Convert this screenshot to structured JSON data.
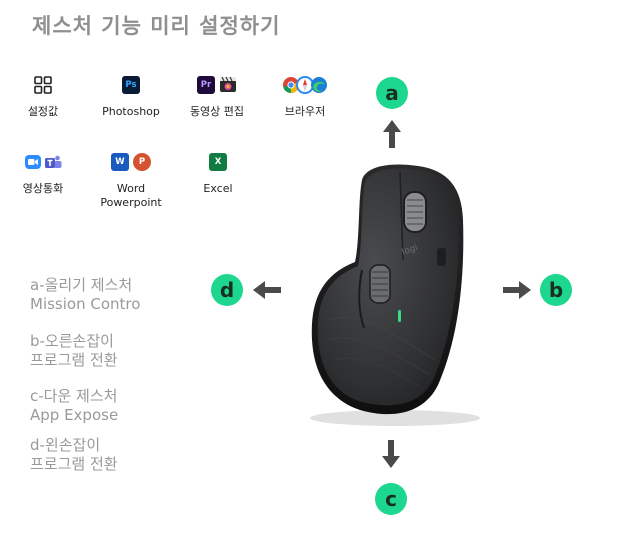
{
  "title": "제스처 기능 미리 설정하기",
  "apps": [
    {
      "label": "설정값",
      "icons": [
        "grid-icon"
      ]
    },
    {
      "label": "Photoshop",
      "icons": [
        "photoshop-icon"
      ]
    },
    {
      "label": "동영상 편집",
      "icons": [
        "premiere-pro-icon",
        "final-cut-icon"
      ]
    },
    {
      "label": "브라우저",
      "icons": [
        "chrome-icon",
        "safari-icon",
        "edge-icon"
      ]
    },
    {
      "label": "영상통화",
      "icons": [
        "zoom-icon",
        "teams-icon"
      ]
    },
    {
      "label_lines": [
        "Word",
        "Powerpoint"
      ],
      "icons": [
        "word-icon",
        "powerpoint-icon"
      ]
    },
    {
      "label": "Excel",
      "icons": [
        "excel-icon"
      ]
    }
  ],
  "icon_text": {
    "ps": "Ps",
    "pr": "Pr",
    "word": "W",
    "ppt": "P",
    "excel": "X"
  },
  "gestures": [
    {
      "line1": "a-올리기 제스처",
      "line2": "Mission Contro"
    },
    {
      "line1": "b-오른손잡이",
      "line2": "프로그램 전환"
    },
    {
      "line1": "c-다운 제스처",
      "line2": "App Expose"
    },
    {
      "line1": "d-왼손잡이",
      "line2": "프로그램 전환"
    }
  ],
  "directions": {
    "a": "a",
    "b": "b",
    "c": "c",
    "d": "d"
  },
  "mouse_logo": "logi",
  "colors": {
    "accent_circle": "#1ed78e",
    "arrow": "#4a4a4a",
    "mouse_body": "#3a3b3d"
  }
}
